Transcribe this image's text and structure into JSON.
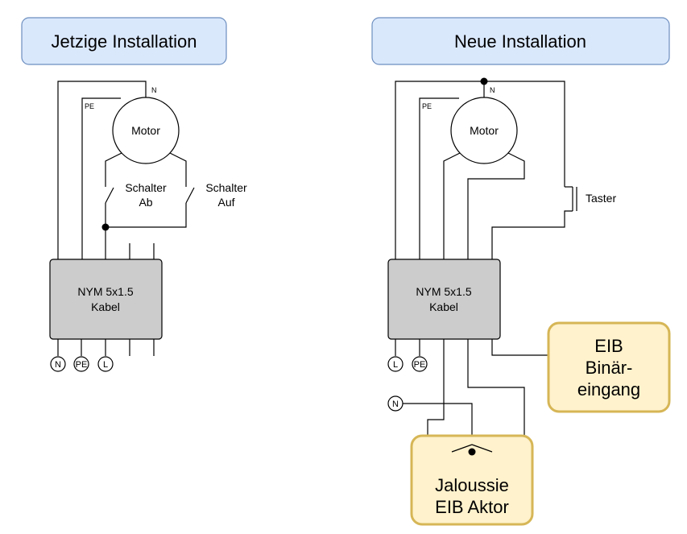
{
  "left": {
    "title": "Jetzige Installation",
    "motor": "Motor",
    "n": "N",
    "pe": "PE",
    "switch_down": [
      "Schalter",
      "Ab"
    ],
    "switch_up": [
      "Schalter",
      "Auf"
    ],
    "cable": [
      "NYM 5x1.5",
      "Kabel"
    ],
    "terminals": [
      "N",
      "PE",
      "L"
    ]
  },
  "right": {
    "title": "Neue Installation",
    "motor": "Motor",
    "n": "N",
    "pe": "PE",
    "button": "Taster",
    "cable": [
      "NYM 5x1.5",
      "Kabel"
    ],
    "terminals": [
      "L",
      "PE"
    ],
    "n_terminal": "N",
    "binary_input": [
      "EIB",
      "Binär-",
      "eingang"
    ],
    "actuator": [
      "Jaloussie",
      "EIB Aktor"
    ]
  },
  "colors": {
    "title_fill": "#dae8fc",
    "title_stroke": "#6c8ebf",
    "cable_fill": "#cccccc",
    "eib_fill": "#fff2cc",
    "eib_stroke": "#d6b656"
  }
}
